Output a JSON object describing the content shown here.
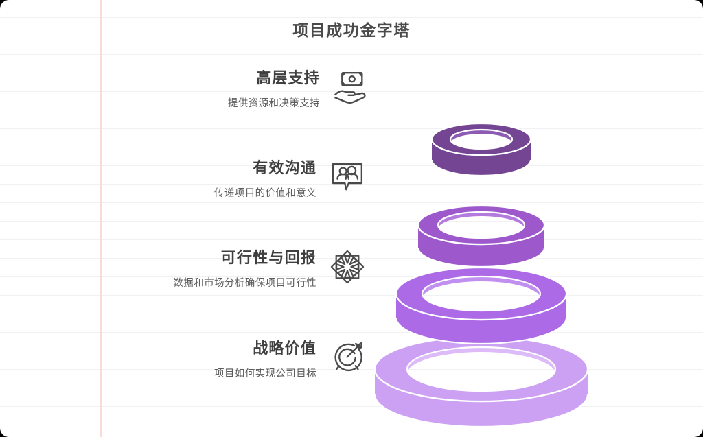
{
  "page": {
    "title": "项目成功金字塔",
    "background": "#ffffff",
    "paper_rule_color": "#f1f1f3",
    "paper_margin_color": "#fbdada",
    "title_color": "#4a4a4a"
  },
  "levels": [
    {
      "id": "executive-support",
      "title": "高层支持",
      "description": "提供资源和决策支持",
      "icon": "hand-holding-money-icon",
      "ring_color": "#7F4FA3",
      "ring_side_color": "#734593"
    },
    {
      "id": "effective-communication",
      "title": "有效沟通",
      "description": "传递项目的价值和意义",
      "icon": "speech-bubble-people-icon",
      "ring_color": "#A862D6",
      "ring_side_color": "#9D58CC"
    },
    {
      "id": "feasibility-and-return",
      "title": "可行性与回报",
      "description": "数据和市场分析确保项目可行性",
      "icon": "eight-point-star-rosette-icon",
      "ring_color": "#B677ED",
      "ring_side_color": "#AC6AE6"
    },
    {
      "id": "strategic-value",
      "title": "战略价值",
      "description": "项目如何实现公司目标",
      "icon": "target-arrow-icon",
      "ring_color": "#D3A8F5",
      "ring_side_color": "#CCA0F2"
    }
  ],
  "chart_data": {
    "type": "pyramid-rings",
    "title": "项目成功金字塔",
    "orientation": "vertical-stacked-tori",
    "levels": [
      {
        "rank": 1,
        "label": "高层支持",
        "sublabel": "提供资源和决策支持",
        "outer_radius_px": 72,
        "color": "#7F4FA3"
      },
      {
        "rank": 2,
        "label": "有效沟通",
        "sublabel": "传递项目的价值和意义",
        "outer_radius_px": 92,
        "color": "#A862D6"
      },
      {
        "rank": 3,
        "label": "可行性与回报",
        "sublabel": "数据和市场分析确保项目可行性",
        "outer_radius_px": 124,
        "color": "#B677ED"
      },
      {
        "rank": 4,
        "label": "战略价值",
        "sublabel": "项目如何实现公司目标",
        "outer_radius_px": 155,
        "color": "#D3A8F5"
      }
    ]
  }
}
